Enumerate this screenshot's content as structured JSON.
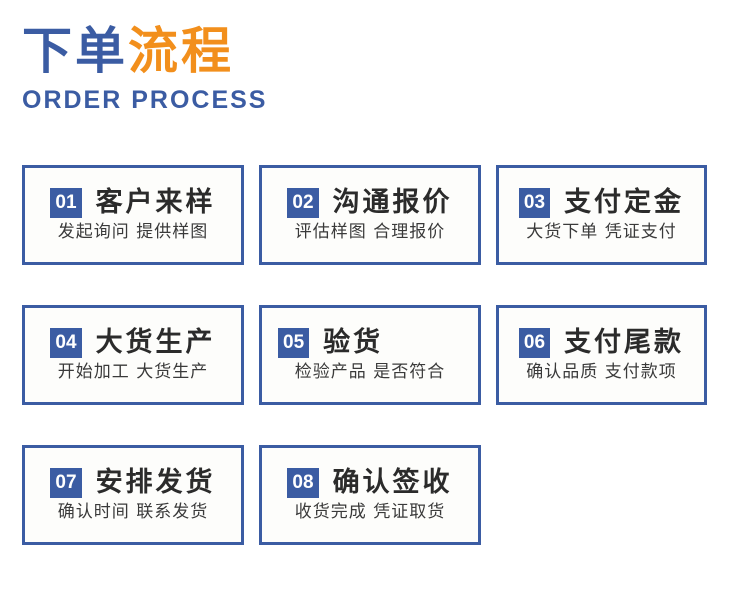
{
  "header": {
    "title_cn_primary": "下单",
    "title_cn_accent": "流程",
    "title_en": "ORDER PROCESS",
    "primary_color": "#3B5CA3",
    "accent_color": "#F28F1C"
  },
  "steps": [
    {
      "number": "01",
      "title": "客户来样",
      "subtitle": "发起询问 提供样图",
      "title_align": "center"
    },
    {
      "number": "02",
      "title": "沟通报价",
      "subtitle": "评估样图 合理报价",
      "title_align": "center"
    },
    {
      "number": "03",
      "title": "支付定金",
      "subtitle": "大货下单 凭证支付",
      "title_align": "center"
    },
    {
      "number": "04",
      "title": "大货生产",
      "subtitle": "开始加工 大货生产",
      "title_align": "center"
    },
    {
      "number": "05",
      "title": "验货",
      "subtitle": "检验产品 是否符合",
      "title_align": "left"
    },
    {
      "number": "06",
      "title": "支付尾款",
      "subtitle": "确认品质 支付款项",
      "title_align": "center"
    },
    {
      "number": "07",
      "title": "安排发货",
      "subtitle": "确认时间 联系发货",
      "title_align": "center"
    },
    {
      "number": "08",
      "title": "确认签收",
      "subtitle": "收货完成 凭证取货",
      "title_align": "center"
    }
  ],
  "colors": {
    "card_border": "#3B5CA3",
    "card_background": "#fdfdfb",
    "badge_background": "#3B5CA3",
    "badge_text": "#ffffff",
    "title_text": "#2b2b2b",
    "subtitle_text": "#3a3a3a",
    "page_background": "#ffffff"
  }
}
